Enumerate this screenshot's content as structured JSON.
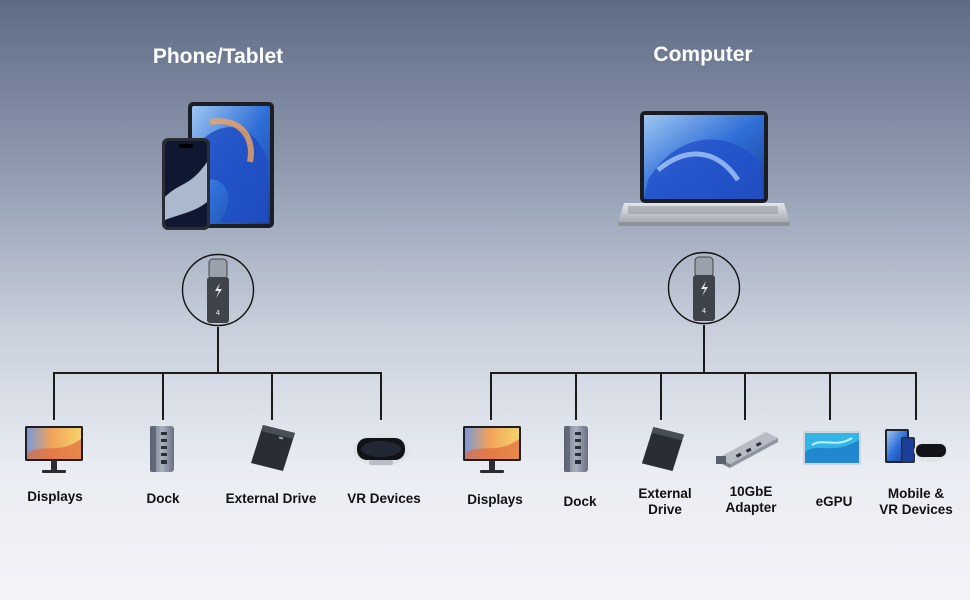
{
  "groups": [
    {
      "title": "Phone/Tablet",
      "source_icon": "phone-tablet-icon",
      "connector_icon": "thunderbolt-4-connector-icon",
      "connector_text": "4",
      "devices": [
        {
          "icon": "monitor-icon",
          "label": "Displays"
        },
        {
          "icon": "dock-icon",
          "label": "Dock"
        },
        {
          "icon": "external-drive-icon",
          "label": "External Drive"
        },
        {
          "icon": "vr-headset-icon",
          "label": "VR Devices"
        }
      ]
    },
    {
      "title": "Computer",
      "source_icon": "laptop-icon",
      "connector_icon": "thunderbolt-4-connector-icon",
      "connector_text": "4",
      "devices": [
        {
          "icon": "monitor-icon",
          "label": "Displays"
        },
        {
          "icon": "dock-icon",
          "label": "Dock"
        },
        {
          "icon": "external-drive-icon",
          "label": "External Drive",
          "lines": [
            "External",
            "Drive"
          ]
        },
        {
          "icon": "ethernet-adapter-icon",
          "label": "10GbE Adapter",
          "lines": [
            "10GbE",
            "Adapter"
          ]
        },
        {
          "icon": "egpu-icon",
          "label": "eGPU"
        },
        {
          "icon": "mobile-vr-icon",
          "label": "Mobile & VR Devices",
          "lines": [
            "Mobile &",
            "VR Devices"
          ]
        }
      ]
    }
  ],
  "colors": {
    "background_top": "#5f6b85",
    "background_bottom": "#f3f4f8",
    "title": "#ffffff",
    "label": "#111111",
    "line": "#1a1a1a",
    "screen_blue": "#2f6fd8"
  }
}
